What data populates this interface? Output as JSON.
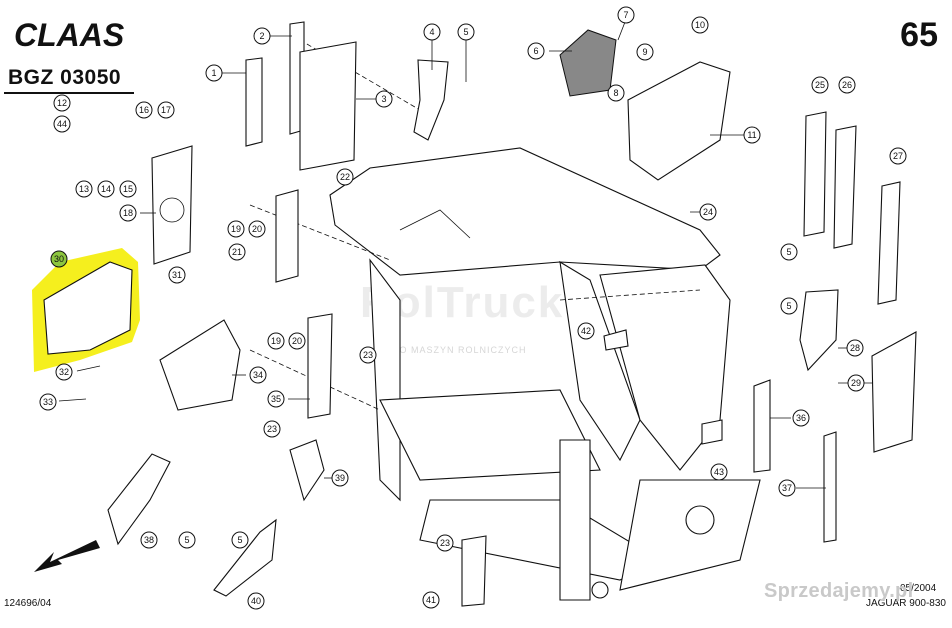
{
  "header": {
    "brand": "CLAAS",
    "group_code": "BGZ 03050",
    "page_number": "65"
  },
  "footer": {
    "doc_ref": "124696/04",
    "date": "05/2004",
    "model": "JAGUAR 900-830"
  },
  "watermark": {
    "site": "Sprzedajemy.pl",
    "brand": "RolTruck",
    "tagline": "ODO MASZYN ROLNICZYCH"
  },
  "highlight_color": "#f5ef1e",
  "callouts": [
    "1",
    "2",
    "3",
    "4",
    "5",
    "6",
    "7",
    "8",
    "9",
    "10",
    "11",
    "12",
    "13",
    "14",
    "15",
    "16",
    "17",
    "18",
    "19",
    "20",
    "21",
    "22",
    "23",
    "24",
    "25",
    "26",
    "27",
    "28",
    "29",
    "30",
    "31",
    "32",
    "33",
    "34",
    "35",
    "36",
    "37",
    "38",
    "39",
    "40",
    "41",
    "42",
    "43",
    "44"
  ]
}
